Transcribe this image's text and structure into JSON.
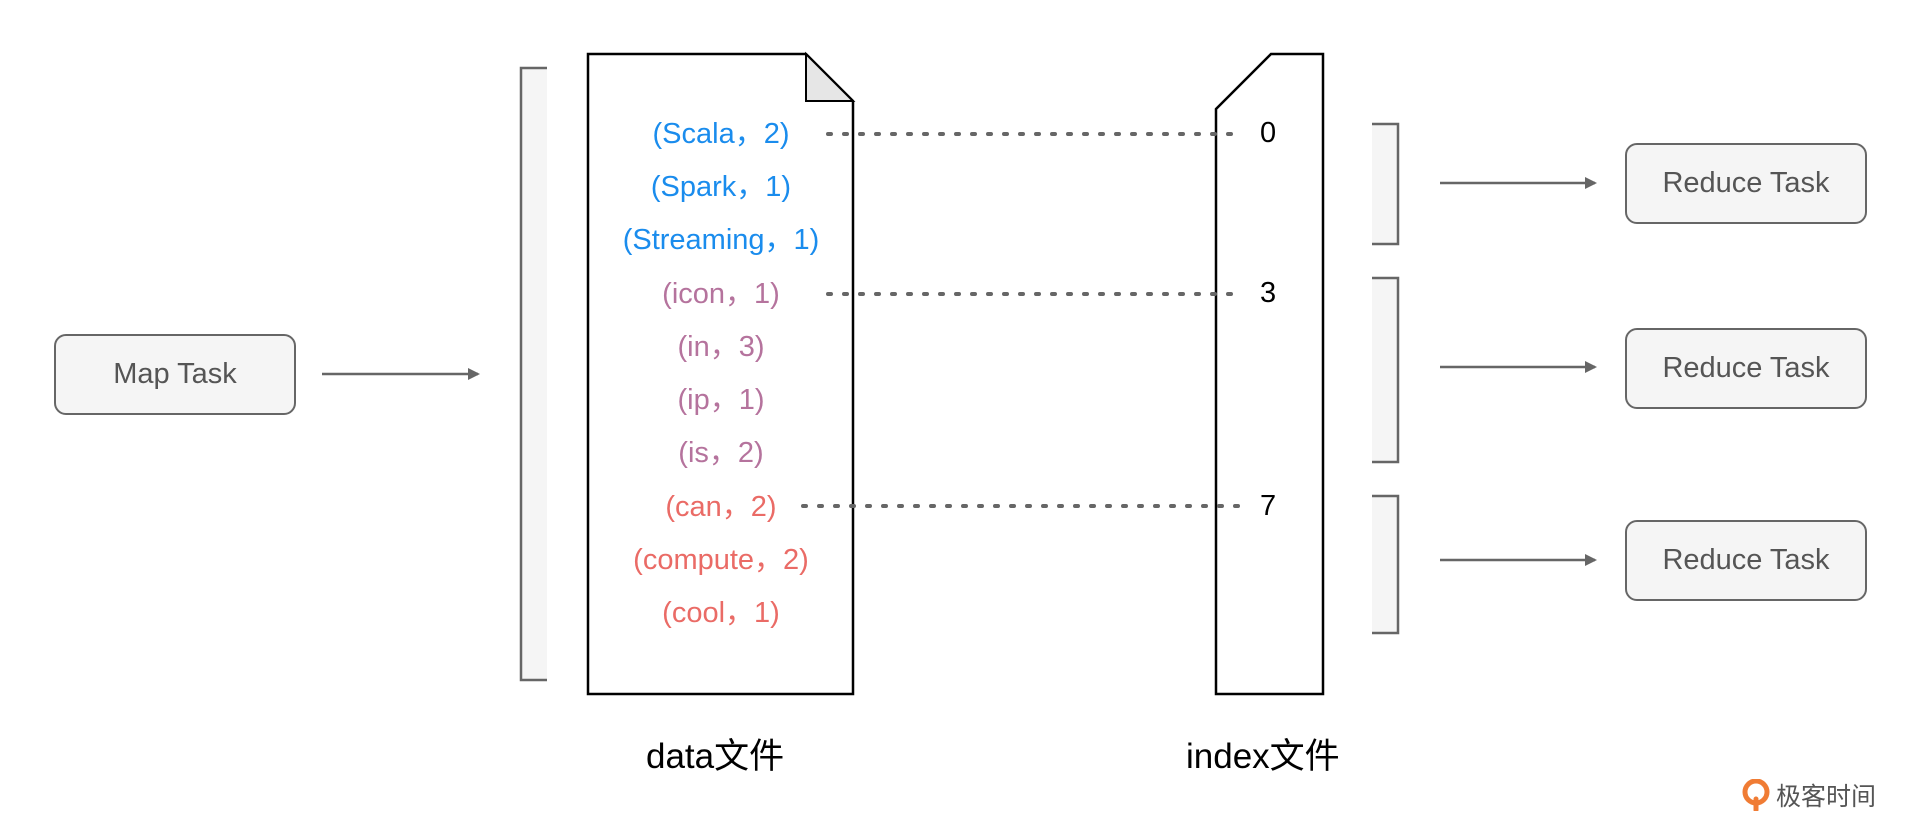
{
  "map_task": {
    "label": "Map Task"
  },
  "reduce_tasks": [
    {
      "label": "Reduce Task"
    },
    {
      "label": "Reduce Task"
    },
    {
      "label": "Reduce Task"
    }
  ],
  "data_file": {
    "caption": "data文件",
    "entries": [
      {
        "text": "(Scala，2)",
        "color": "#1a8ced"
      },
      {
        "text": "(Spark，1)",
        "color": "#1a8ced"
      },
      {
        "text": "(Streaming，1)",
        "color": "#1a8ced"
      },
      {
        "text": "(icon，1)",
        "color": "#b5739d"
      },
      {
        "text": "(in，3)",
        "color": "#b5739d"
      },
      {
        "text": "(ip，1)",
        "color": "#b5739d"
      },
      {
        "text": "(is，2)",
        "color": "#b5739d"
      },
      {
        "text": "(can，2)",
        "color": "#ea6b66"
      },
      {
        "text": "(compute，2)",
        "color": "#ea6b66"
      },
      {
        "text": "(cool，1)",
        "color": "#ea6b66"
      }
    ]
  },
  "index_file": {
    "caption": "index文件",
    "offsets": [
      "0",
      "3",
      "7"
    ]
  },
  "brand": {
    "text": "极客时间",
    "icon": "geektime-logo-icon",
    "color": "#f07c34"
  }
}
